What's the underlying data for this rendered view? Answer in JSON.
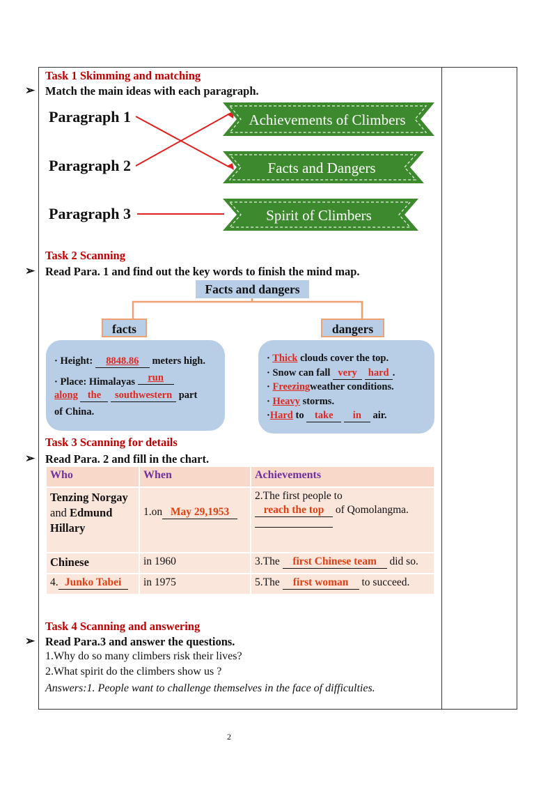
{
  "task1": {
    "title": "Task 1 Skimming and matching",
    "instruction": "Match the main ideas with each paragraph.",
    "paragraphs": [
      "Paragraph 1",
      "Paragraph 2",
      "Paragraph 3"
    ],
    "banners": [
      "Achievements of Climbers",
      "Facts and Dangers",
      "Spirit of Climbers"
    ]
  },
  "task2": {
    "title": "Task 2 Scanning",
    "instruction": "Read Para. 1 and find out the key words to finish the mind map.",
    "map_title": "Facts and dangers",
    "facts_label": "facts",
    "dangers_label": "dangers",
    "facts": {
      "height_pre": "· Height:",
      "height_ans": "8848.86",
      "height_post": "meters high.",
      "place_pre": "· Place: Himalayas",
      "run": "run",
      "along": "along",
      "the": "the",
      "southwestern": "southwestern",
      "part": "part",
      "of_china": "of China."
    },
    "dangers": {
      "thick": "Thick",
      "l1_post": "clouds cover the top.",
      "l2_pre": "· Snow can fall",
      "very": "very",
      "hard": "hard",
      "freezing": "Freezing",
      "l3_post": "weather conditions.",
      "heavy": "Heavy",
      "l4_post": "storms.",
      "hard2": "Hard",
      "to": "to",
      "take": "take",
      "in": "in",
      "air": "air."
    }
  },
  "task3": {
    "title": "Task 3 Scanning for details",
    "instruction": "Read Para. 2 and fill in the chart.",
    "headers": [
      "Who",
      "When",
      "Achievements"
    ],
    "row1": {
      "who": "Tenzing Norgay and Edmund Hillary",
      "when_pre": "1.on",
      "when_ans": "May 29,1953",
      "ach_pre": "2.The first people to",
      "ach_ans": "reach the top",
      "ach_post": "of Qomolangma."
    },
    "row2": {
      "who": "Chinese",
      "when": "in  1960",
      "ach_pre": "3.The",
      "ach_ans": "first Chinese team",
      "ach_post": "did so."
    },
    "row3": {
      "who_pre": "4.",
      "who_ans": "Junko Tabei",
      "when": "in  1975",
      "ach_pre": "5.The",
      "ach_ans": "first woman",
      "ach_post": "to succeed."
    }
  },
  "task4": {
    "title": "Task 4 Scanning and answering",
    "instruction": "Read Para.3 and answer the questions.",
    "q1": "1.Why do so many climbers risk their lives?",
    "q2": "2.What spirit do the climbers show us ?",
    "answer": "Answers:1. People want to challenge themselves in the face of difficulties."
  },
  "page_number": "2",
  "colors": {
    "red_heading": "#c00000",
    "banner_green": "#3d8a2e",
    "box_blue": "#b8cde6",
    "answer_red": "#e0281e",
    "table_bg": "#fbe6dc",
    "header_purple": "#7030a0"
  }
}
